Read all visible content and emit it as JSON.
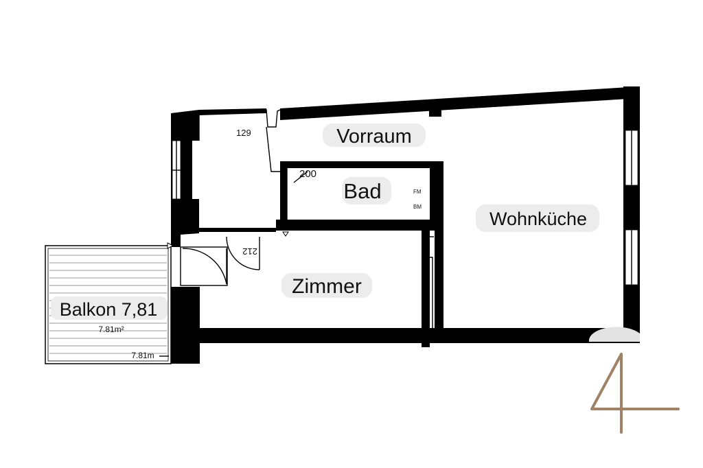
{
  "rooms": {
    "vorraum": "Vorraum",
    "bad": "Bad",
    "wohnkueche": "Wohnküche",
    "zimmer": "Zimmer",
    "balkon": "Balkon 7,81"
  },
  "balkon_area": "7.81m²",
  "balkon_dim": "7.81m",
  "annotations": {
    "dim_29": "129",
    "dim_200": "200",
    "dim_212": "212",
    "bad_top": "FM",
    "bad_bottom": "BM"
  },
  "logo": {
    "text": "4",
    "color": "#a08366"
  },
  "colors": {
    "walls": "#000000",
    "label_chip": "#ececec",
    "balcony_hatch": "#9a9a9a"
  }
}
